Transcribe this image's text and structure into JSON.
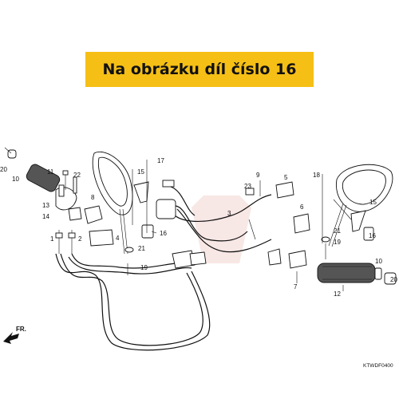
{
  "banner": {
    "title": "Na obrázku díl číslo 16",
    "color": "#f5bf16"
  },
  "diagram": {
    "code": "KTWDF0400",
    "front_label": "FR.",
    "callouts": {
      "c1": "1",
      "c2": "2",
      "c3": "3",
      "c4": "4",
      "c5": "5",
      "c6": "6",
      "c7": "7",
      "c8": "8",
      "c9": "9",
      "c10a": "10",
      "c10b": "10",
      "c11": "11",
      "c12": "12",
      "c13": "13",
      "c14": "14",
      "c15a": "15",
      "c15b": "15",
      "c16a": "16",
      "c16b": "16",
      "c17": "17",
      "c18": "18",
      "c19a": "19",
      "c19b": "19",
      "c20a": "20",
      "c20b": "20",
      "c21a": "21",
      "c21b": "21",
      "c22": "22",
      "c23": "23"
    }
  }
}
